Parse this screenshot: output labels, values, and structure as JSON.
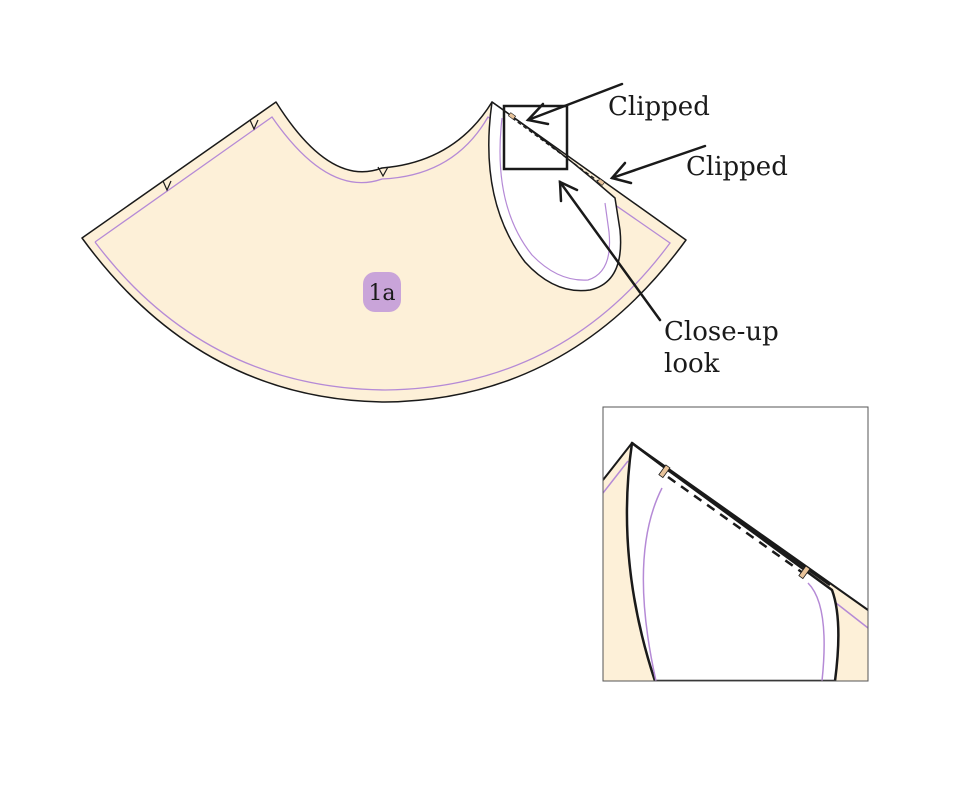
{
  "labels": {
    "clipped_top": "Clipped",
    "clipped_lower": "Clipped",
    "closeup_line1": "Close-up",
    "closeup_line2": "look"
  },
  "piece": {
    "badge": "1a"
  },
  "colors": {
    "fabric": "#fdf0d8",
    "seam": "#b58ad6",
    "badge": "#c9a4d9",
    "outline": "#1a1a1a",
    "clip_mark": "#e8c39a"
  }
}
